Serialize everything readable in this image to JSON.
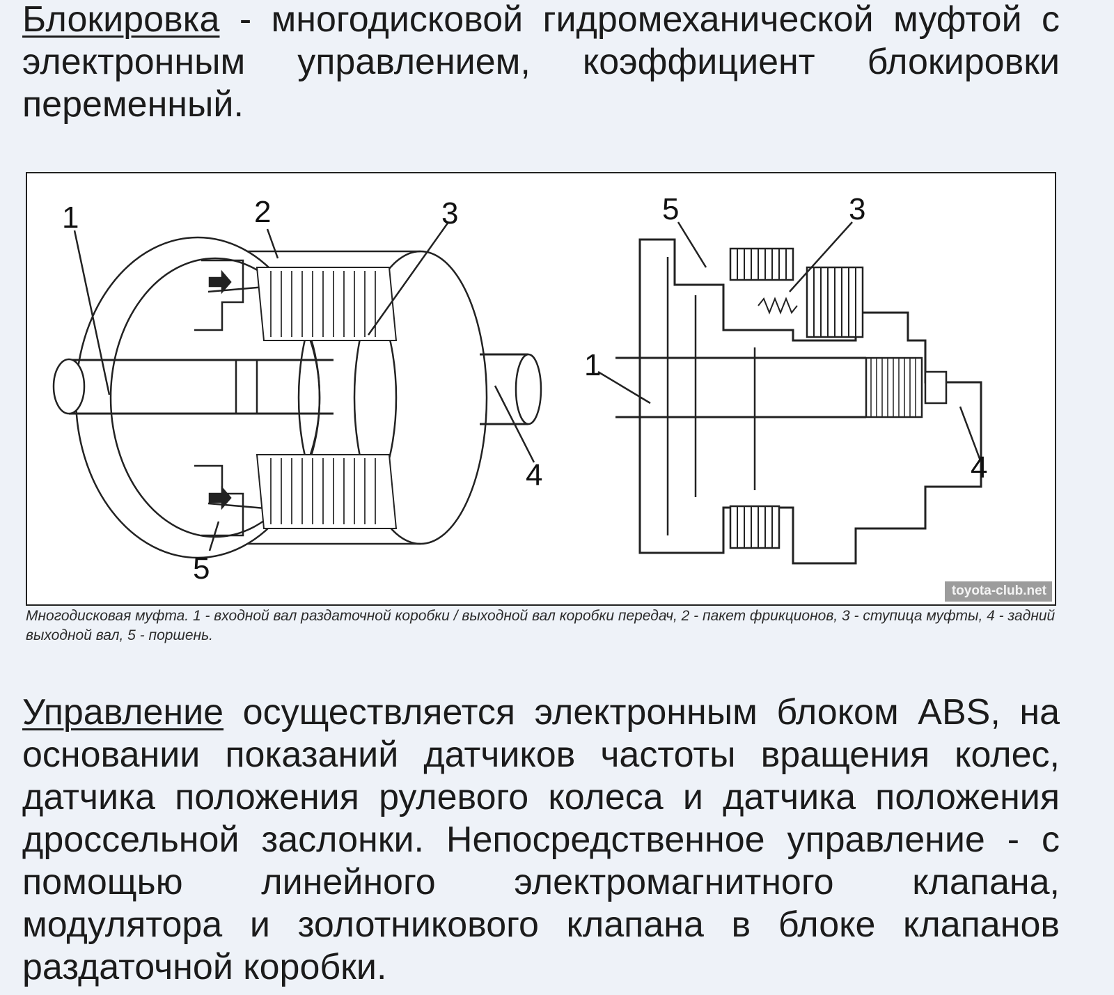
{
  "intro": {
    "term": "Блокировка",
    "text": " - многодисковой гидромеханической муфтой с электронным управлением, коэффициент блокировки переменный."
  },
  "figure": {
    "callouts_left": [
      "1",
      "2",
      "3",
      "4",
      "5"
    ],
    "callouts_right": [
      "5",
      "3",
      "1",
      "4"
    ],
    "watermark": "toyota-club.net",
    "caption": "Многодисковая муфта. 1 - входной вал раздаточной коробки / выходной вал коробки передач, 2 - пакет фрикционов, 3 - ступица муфты, 4 - задний выходной вал, 5 - поршень."
  },
  "control": {
    "term": "Управление",
    "text": " осуществляется электронным блоком ABS, на основании показаний датчиков частоты вращения колес, датчика положения рулевого колеса и датчика положения дроссельной заслонки. Непосредственное управление - с помощью линейного электромагнитного клапана, модулятора и золотникового клапана в блоке клапанов раздаточной коробки."
  }
}
